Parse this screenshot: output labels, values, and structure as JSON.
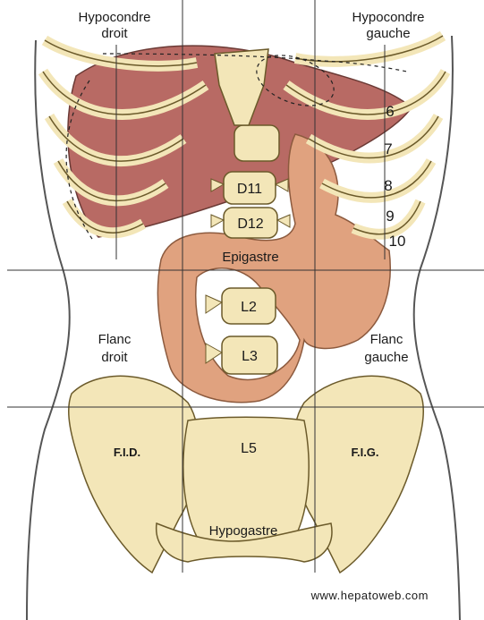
{
  "regions": {
    "hypochondre_droit": [
      "Hypocondre",
      "droit"
    ],
    "hypochondre_gauche": [
      "Hypocondre",
      "gauche"
    ],
    "epigastre": "Epigastre",
    "flanc_droit": [
      "Flanc",
      "droit"
    ],
    "flanc_gauche": [
      "Flanc",
      "gauche"
    ],
    "fid": "F.I.D.",
    "fig": "F.I.G.",
    "hypogastre": "Hypogastre"
  },
  "vertebrae": {
    "d11": "D11",
    "d12": "D12",
    "l2": "L2",
    "l3": "L3",
    "l5": "L5"
  },
  "ribs": [
    "6",
    "7",
    "8",
    "9",
    "10"
  ],
  "website": "www.hepatoweb.com",
  "colors": {
    "bone": "#f3e6b8",
    "bone_outline": "#6b5a2a",
    "liver": "#b86a64",
    "stomach": "#e0a27f",
    "skin_outline": "#555555",
    "grid_line": "#333333"
  }
}
